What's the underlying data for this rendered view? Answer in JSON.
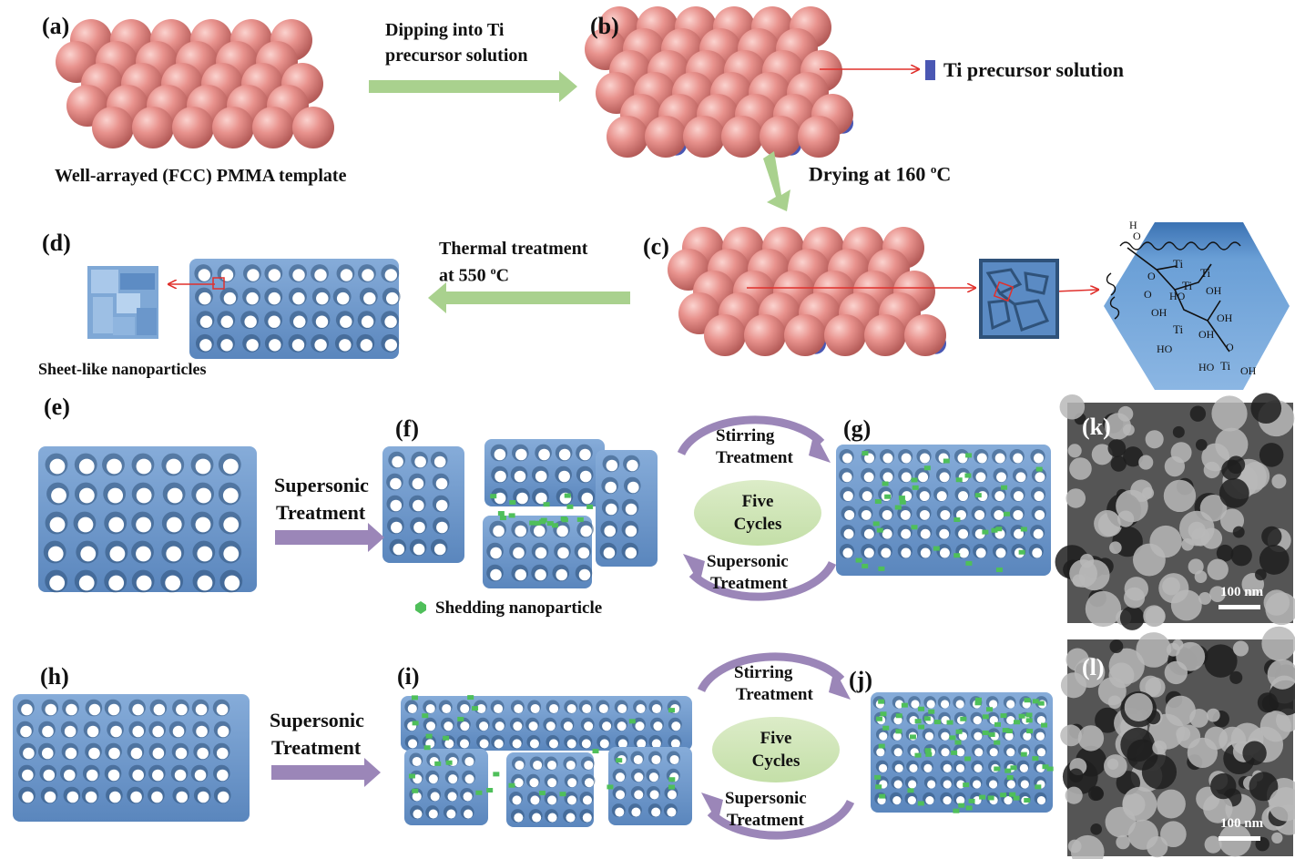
{
  "panels": {
    "a": "(a)",
    "b": "(b)",
    "c": "(c)",
    "d": "(d)",
    "e": "(e)",
    "f": "(f)",
    "g": "(g)",
    "h": "(h)",
    "i": "(i)",
    "j": "(j)",
    "k": "(k)",
    "l": "(l)"
  },
  "captions": {
    "pmma_template": "Well-arrayed (FCC)  PMMA  template",
    "dipping_line1": "Dipping into Ti",
    "dipping_line2": "precursor solution",
    "ti_legend": "Ti precursor solution",
    "drying_prefix": "Drying at 160 ",
    "drying_sup": "o",
    "drying_suffix": "C",
    "thermal_line1": "Thermal treatment",
    "thermal_line2_prefix": "at 550 ",
    "thermal_line2_sup": "o",
    "thermal_line2_suffix": "C",
    "sheet_like": "Sheet-like nanoparticles",
    "shedding": "Shedding nanoparticle"
  },
  "row_e": {
    "supersonic_line1": "Supersonic",
    "supersonic_line2": "Treatment",
    "stirring_line1": "Stirring",
    "stirring_line2": "Treatment",
    "oval_line1": "Five",
    "oval_line2": "Cycles",
    "cycle_supersonic_line1": "Supersonic",
    "cycle_supersonic_line2": "Treatment"
  },
  "row_h": {
    "supersonic_line1": "Supersonic",
    "supersonic_line2": "Treatment",
    "stirring_line1": "Stirring",
    "stirring_line2": "Treatment",
    "oval_line1": "Five",
    "oval_line2": "Cycles",
    "cycle_supersonic_line1": "Supersonic",
    "cycle_supersonic_line2": "Treatment"
  },
  "sem": {
    "k_scale": "100 nm",
    "l_scale": "100 nm"
  },
  "chem": {
    "h": "H",
    "o": "O",
    "ti": "Ti",
    "oh": "OH",
    "ho": "HO"
  },
  "colors": {
    "sphere": "#e08a86",
    "framework": "#6f9bd1",
    "framework_dark": "#2f527a",
    "precursor": "#4a57b3",
    "green_arrow": "#a9d18e",
    "purple_arrow": "#9b86b8",
    "red": "#e0302c",
    "oval": "#cfe5b8",
    "shed": "#4fbf5a"
  }
}
